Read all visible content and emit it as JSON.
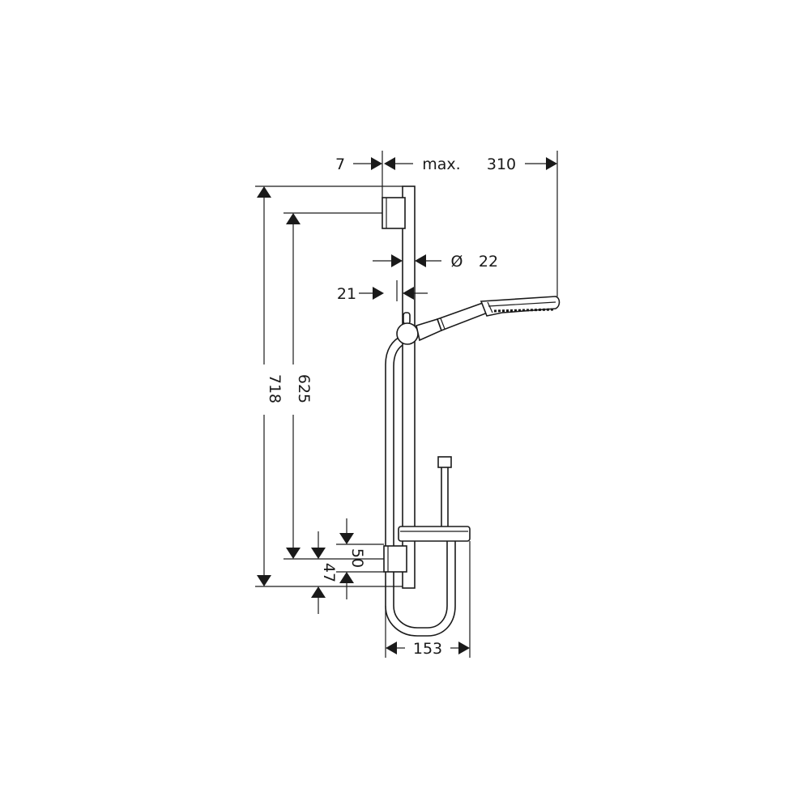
{
  "dimensions": {
    "wall_gap": "7",
    "max_label": "max.",
    "max_reach": "310",
    "diameter_symbol": "Ø",
    "diameter": "22",
    "rail_depth": "21",
    "total_height": "718",
    "adjust_height": "625",
    "holder_height": "50",
    "bottom_offset": "47",
    "shelf_width": "153"
  }
}
